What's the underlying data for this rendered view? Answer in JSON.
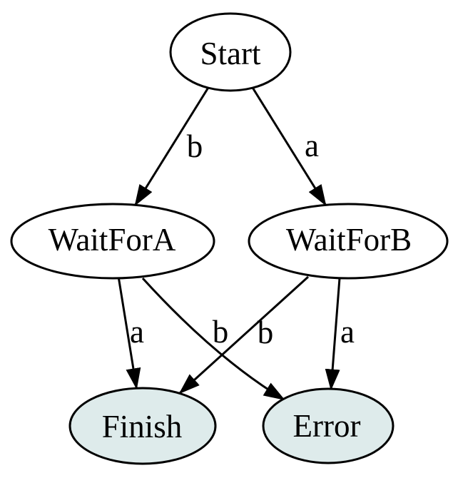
{
  "diagram": {
    "type": "state-machine-graph",
    "background": "#ffffff",
    "stroke_color": "#000000",
    "text_color": "#000000",
    "default_node_fill": "#ffffff",
    "terminal_node_fill": "#deebeb",
    "nodes": [
      {
        "id": "Start",
        "label": "Start",
        "fill": "#ffffff"
      },
      {
        "id": "WaitForA",
        "label": "WaitForA",
        "fill": "#ffffff"
      },
      {
        "id": "WaitForB",
        "label": "WaitForB",
        "fill": "#ffffff"
      },
      {
        "id": "Finish",
        "label": "Finish",
        "fill": "#deebeb"
      },
      {
        "id": "Error",
        "label": "Error",
        "fill": "#deebeb"
      }
    ],
    "edges": [
      {
        "from": "Start",
        "to": "WaitForA",
        "label": "b"
      },
      {
        "from": "Start",
        "to": "WaitForB",
        "label": "a"
      },
      {
        "from": "WaitForA",
        "to": "Finish",
        "label": "a"
      },
      {
        "from": "WaitForA",
        "to": "Error",
        "label": "b"
      },
      {
        "from": "WaitForB",
        "to": "Finish",
        "label": "b"
      },
      {
        "from": "WaitForB",
        "to": "Error",
        "label": "a"
      }
    ]
  }
}
